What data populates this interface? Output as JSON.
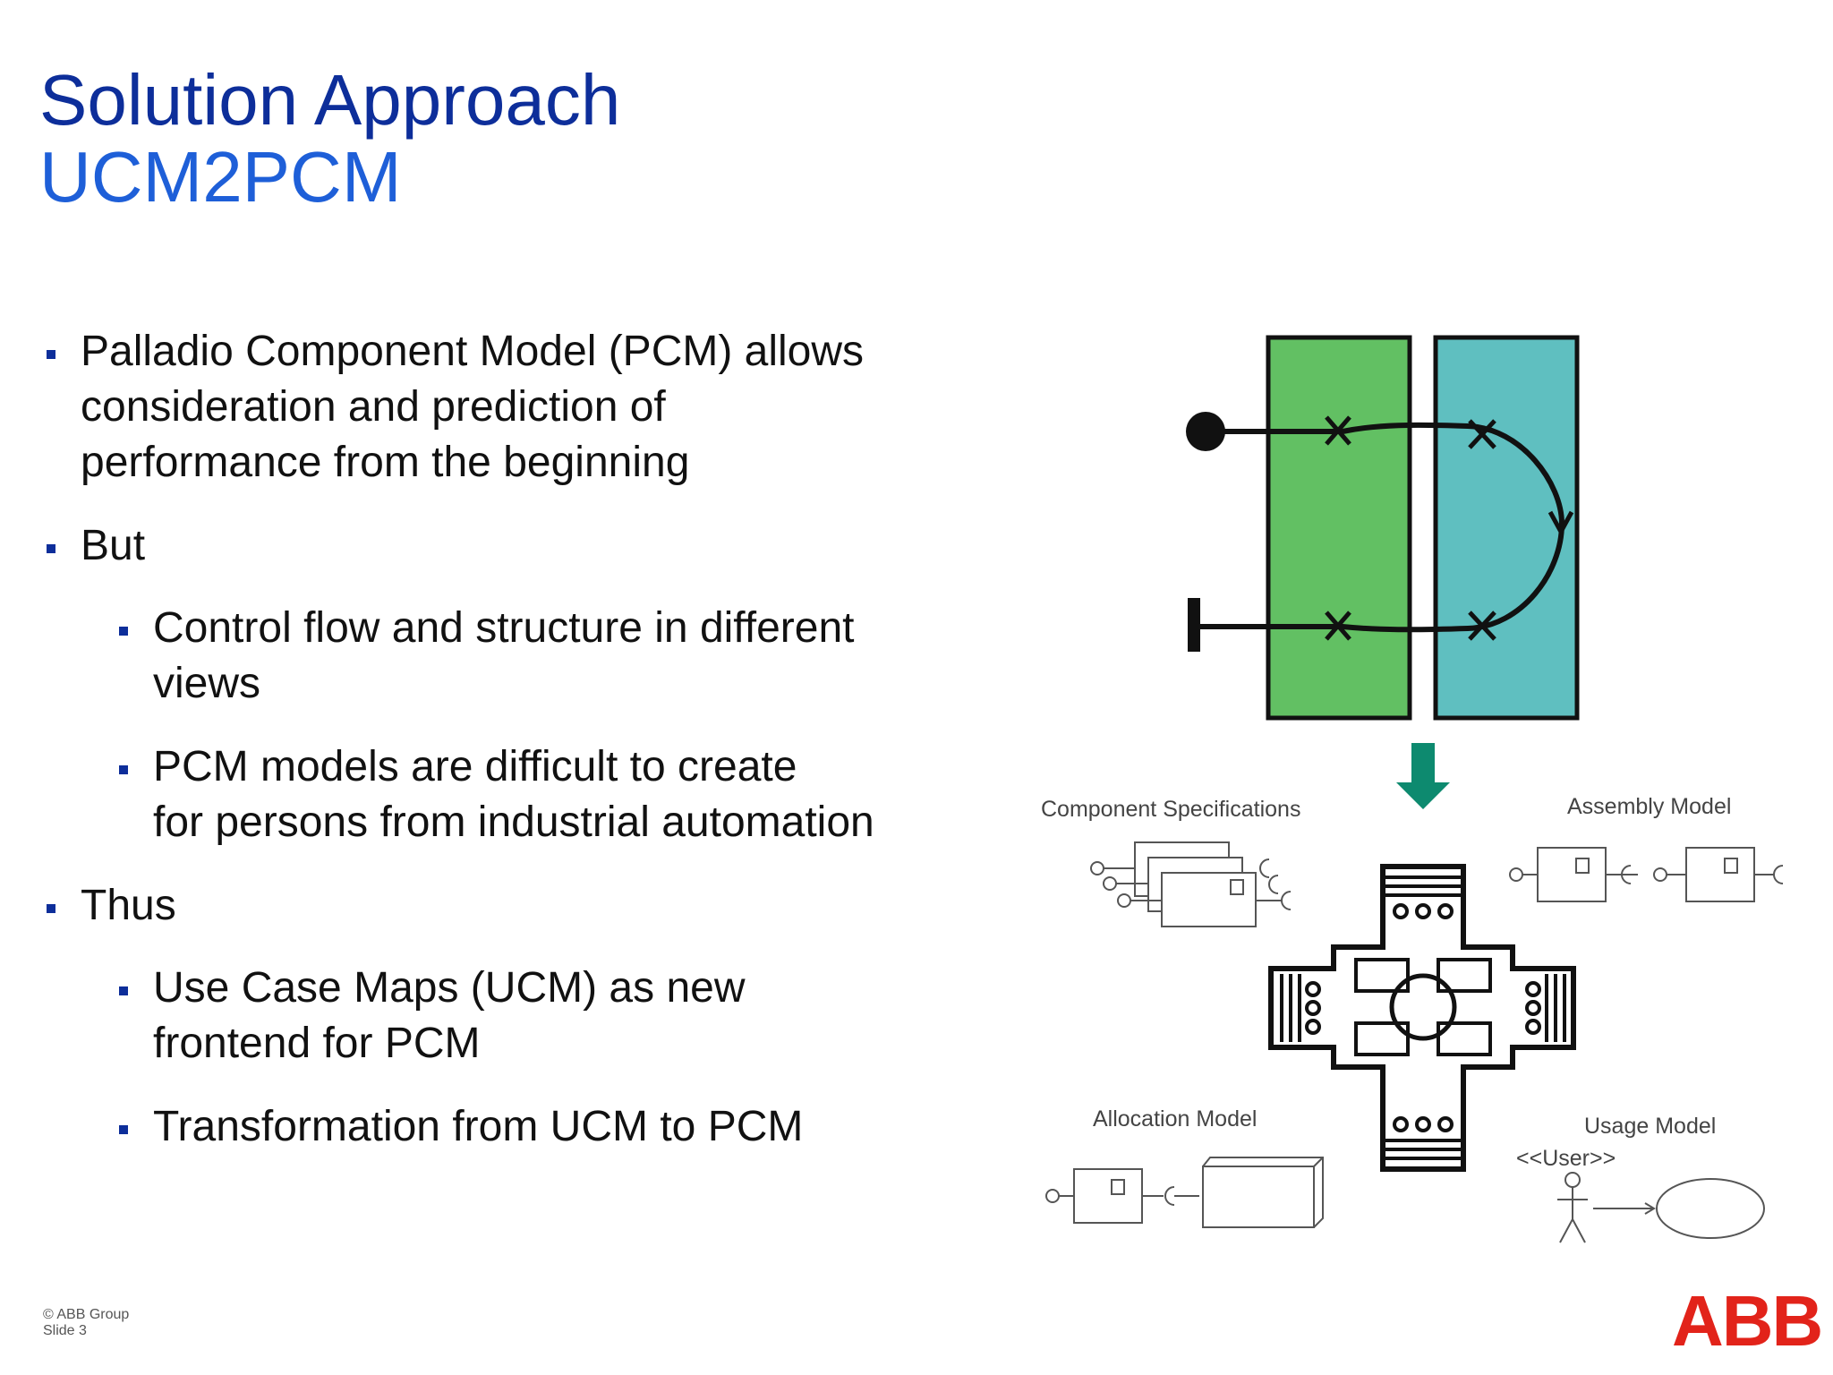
{
  "title": {
    "line1": "Solution Approach",
    "line2": "UCM2PCM"
  },
  "bullets": [
    {
      "level": 1,
      "lines": [
        "Palladio Component Model (PCM) allows",
        "consideration and prediction of",
        "performance from the beginning"
      ]
    },
    {
      "level": 1,
      "lines": [
        "But"
      ]
    },
    {
      "level": 2,
      "lines": [
        "Control flow and structure in different",
        "views"
      ]
    },
    {
      "level": 2,
      "lines": [
        "PCM models are difficult to create",
        "for persons from industrial automation"
      ]
    },
    {
      "level": 1,
      "lines": [
        "Thus"
      ]
    },
    {
      "level": 2,
      "lines": [
        "Use Case Maps (UCM) as new",
        "frontend for PCM"
      ]
    },
    {
      "level": 2,
      "lines": [
        "Transformation from UCM to PCM"
      ]
    }
  ],
  "diagram": {
    "labels": {
      "component_specifications": "Component Specifications",
      "assembly_model": "Assembly Model",
      "allocation_model": "Allocation Model",
      "usage_model": "Usage Model",
      "user_stereotype": "<<User>>"
    },
    "colors": {
      "left_box": "#62c063",
      "right_box": "#5fbfc0",
      "arrow": "#0d8a6f"
    }
  },
  "footer": {
    "copyright": "© ABB Group",
    "slide": "Slide 3"
  },
  "logo": {
    "text": "ABB",
    "color": "#e2231a"
  },
  "colors": {
    "title_dark": "#0d2e9a",
    "title_light": "#1e5fd8"
  }
}
